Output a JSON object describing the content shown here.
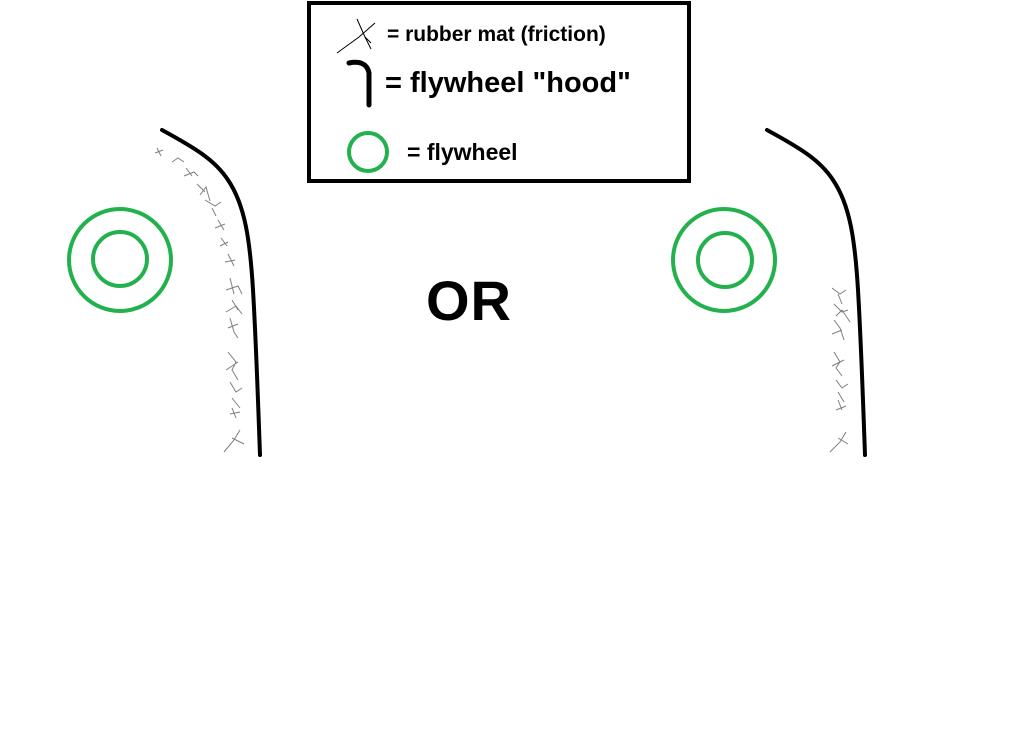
{
  "legend": {
    "items": [
      {
        "icon": "rubber-mat-icon",
        "label": "= rubber mat (friction)"
      },
      {
        "icon": "hood-icon",
        "label": "= flywheel \"hood\""
      },
      {
        "icon": "flywheel-icon",
        "label": "= flywheel"
      }
    ]
  },
  "separator_label": "OR",
  "options": [
    {
      "name": "option-left",
      "description": "rubber mat covers full length of hood"
    },
    {
      "name": "option-right",
      "description": "rubber mat covers only lower part of hood"
    }
  ],
  "colors": {
    "flywheel": "#22b14c",
    "hood": "#000000",
    "rubber_mat": "#7f7f7f",
    "legend_border": "#000000"
  }
}
